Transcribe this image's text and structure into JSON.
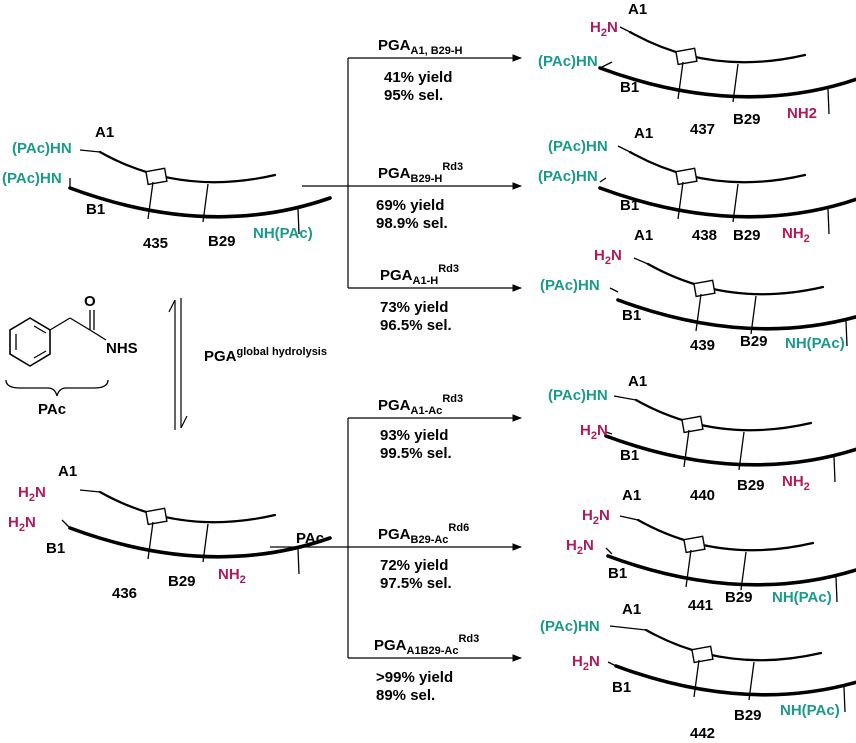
{
  "nhs_reagent": {
    "oxygen": "O",
    "leaving_group": "NHS",
    "group_label": "PAc"
  },
  "equilibrium_label": {
    "base": "PGA",
    "superscript": "global hydrolysis"
  },
  "forward_reagent_label": "PAc",
  "chain_labels": {
    "a_chain": "A1",
    "b_chain": "B1",
    "b29": "B29"
  },
  "groups": {
    "protected": "(PAc)HN",
    "protected_end": "NH(PAc)",
    "amine_left": "H2N",
    "amine_right": "NH2",
    "amine_right_alt": "NH2"
  },
  "start_compounds": [
    {
      "id": "435"
    },
    {
      "id": "436"
    }
  ],
  "reactions": [
    {
      "enzyme": "PGA",
      "sub": "A1, B29-H",
      "sup": "",
      "yield": "41% yield",
      "selectivity": "95% sel.",
      "product": "437"
    },
    {
      "enzyme": "PGA",
      "sub": "B29-H",
      "sup": "Rd3",
      "yield": "69% yield",
      "selectivity": "98.9% sel.",
      "product": "438"
    },
    {
      "enzyme": "PGA",
      "sub": "A1-H",
      "sup": "Rd3",
      "yield": "73% yield",
      "selectivity": "96.5% sel.",
      "product": "439"
    },
    {
      "enzyme": "PGA",
      "sub": "A1-Ac",
      "sup": "Rd3",
      "yield": "93% yield",
      "selectivity": "99.5% sel.",
      "product": "440"
    },
    {
      "enzyme": "PGA",
      "sub": "B29-Ac",
      "sup": "Rd6",
      "yield": "72% yield",
      "selectivity": "97.5% sel.",
      "product": "441"
    },
    {
      "enzyme": "PGA",
      "sub": "A1B29-Ac",
      "sup": "Rd3",
      "yield": ">99% yield",
      "selectivity": "89% sel.",
      "product": "442"
    }
  ]
}
